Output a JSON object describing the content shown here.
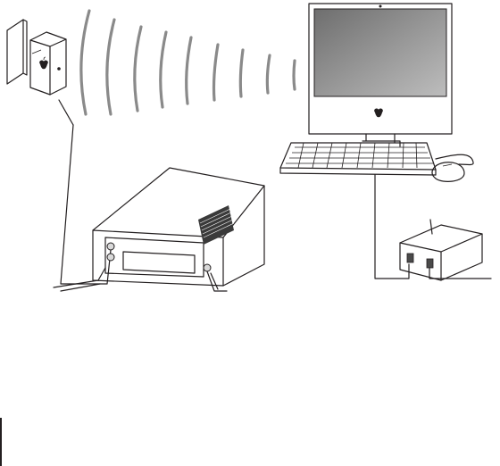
{
  "diagram": {
    "nodes": [
      {
        "id": "airport-express",
        "icon": "apple-logo-icon"
      },
      {
        "id": "imac",
        "icon": "apple-logo-icon"
      },
      {
        "id": "keyboard"
      },
      {
        "id": "mouse"
      },
      {
        "id": "stereo-receiver"
      },
      {
        "id": "broadband-modem"
      }
    ],
    "edges": [
      {
        "from": "airport-express",
        "to": "imac",
        "style": "wireless"
      },
      {
        "from": "airport-express",
        "to": "stereo-receiver",
        "style": "audio-cable"
      },
      {
        "from": "imac",
        "to": "broadband-modem",
        "style": "ethernet-cable"
      },
      {
        "from": "keyboard",
        "to": "mouse",
        "style": "usb-cable"
      }
    ],
    "colors": {
      "line": "#231f20",
      "wave": "#8a8a8a",
      "screen_dark": "#6e6e6e",
      "screen_light": "#bdbdbd",
      "vent": "#3a3a3a"
    }
  }
}
